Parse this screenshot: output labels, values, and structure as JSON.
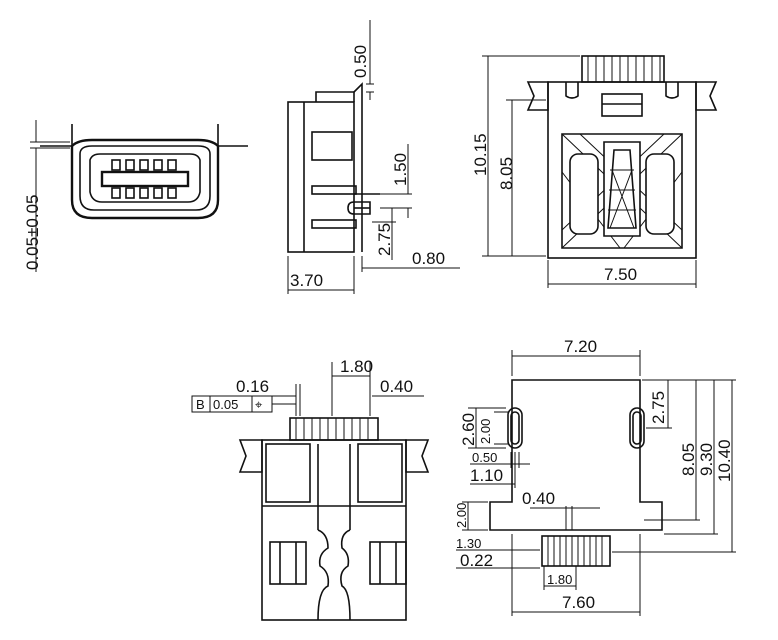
{
  "front_view": {
    "tolerance": "0.05±0.05"
  },
  "side_view": {
    "top_thickness": "0.50",
    "pin_spacing": "1.50",
    "lower_height": "2.75",
    "depth": "3.70",
    "lead_offset": "0.80"
  },
  "top_view": {
    "overall_height": "10.15",
    "body_height": "8.05",
    "width": "7.50"
  },
  "pcb_view": {
    "pitch": "1.80",
    "pin_width": "0.16",
    "pad_width": "0.40",
    "tolerance_frame": {
      "datum": "B",
      "value": "0.05",
      "symbol": "⌖"
    }
  },
  "footprint_view": {
    "top_width": "7.20",
    "hole_height": "2.60",
    "hole_width_label": "2.00",
    "hole_offset": "2.75",
    "hole_inner": "0.50",
    "hole_x": "1.10",
    "pad_gap": "0.40",
    "pad_height": "2.00",
    "lead_height": "1.30",
    "lead_width": "0.22",
    "pitch": "1.80",
    "bottom_width": "7.60",
    "h1": "8.05",
    "h2": "9.30",
    "h3": "10.40"
  }
}
